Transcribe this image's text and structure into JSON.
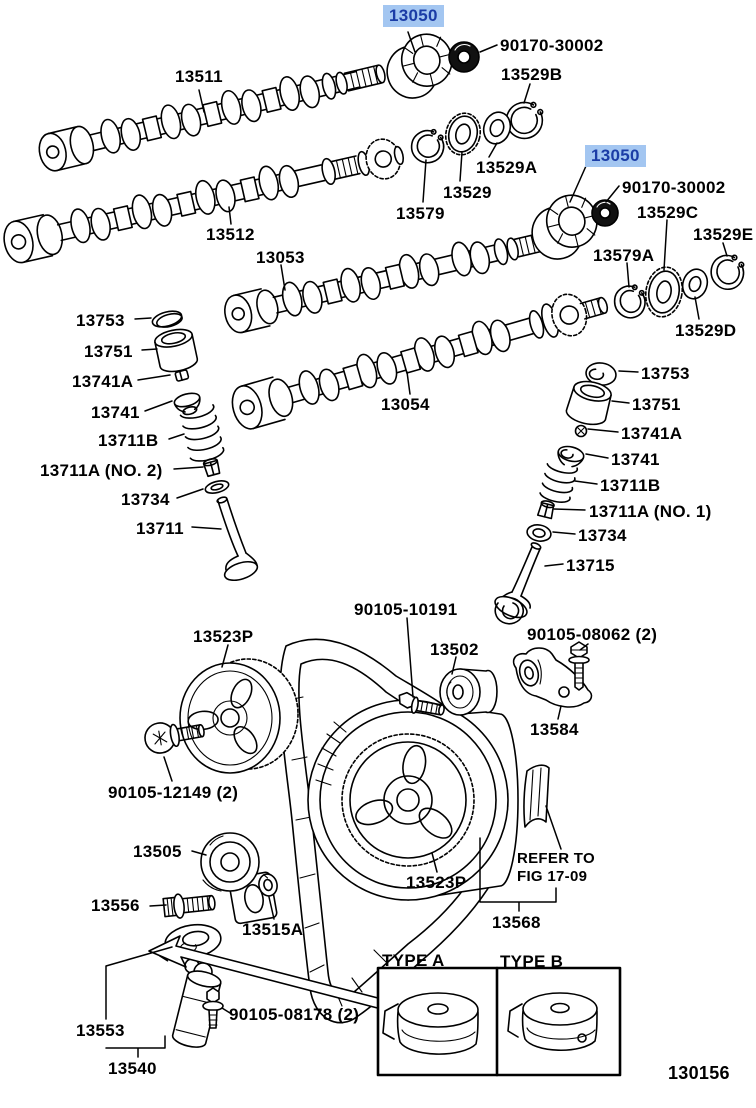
{
  "diagram": {
    "figure_number": "130156",
    "colors": {
      "line": "#000000",
      "background": "#FFFFFF",
      "highlight_bg": "#A3C6F1",
      "highlight_text": "#1B3CA6"
    }
  },
  "refer_note": {
    "line1": "REFER TO",
    "line2": "FIG 17-09"
  },
  "type_box": {
    "type_a_label": "TYPE A",
    "type_b_label": "TYPE B"
  },
  "labels": [
    {
      "text": "13511",
      "highlighted": false
    },
    {
      "text": "13512",
      "highlighted": false
    },
    {
      "text": "13053",
      "highlighted": false
    },
    {
      "text": "13054",
      "highlighted": false
    },
    {
      "text": "13050",
      "highlighted": true
    },
    {
      "text": "90170-30002",
      "highlighted": false
    },
    {
      "text": "13529B",
      "highlighted": false
    },
    {
      "text": "13529A",
      "highlighted": false
    },
    {
      "text": "13529",
      "highlighted": false
    },
    {
      "text": "13579",
      "highlighted": false
    },
    {
      "text": "13050",
      "highlighted": true
    },
    {
      "text": "90170-30002",
      "highlighted": false
    },
    {
      "text": "13529C",
      "highlighted": false
    },
    {
      "text": "13529E",
      "highlighted": false
    },
    {
      "text": "13579A",
      "highlighted": false
    },
    {
      "text": "13529D",
      "highlighted": false
    },
    {
      "text": "13753",
      "highlighted": false
    },
    {
      "text": "13751",
      "highlighted": false
    },
    {
      "text": "13741A",
      "highlighted": false
    },
    {
      "text": "13741",
      "highlighted": false
    },
    {
      "text": "13711B",
      "highlighted": false
    },
    {
      "text": "13711A (NO. 2)",
      "highlighted": false
    },
    {
      "text": "13734",
      "highlighted": false
    },
    {
      "text": "13711",
      "highlighted": false
    },
    {
      "text": "13753",
      "highlighted": false
    },
    {
      "text": "13751",
      "highlighted": false
    },
    {
      "text": "13741A",
      "highlighted": false
    },
    {
      "text": "13741",
      "highlighted": false
    },
    {
      "text": "13711B",
      "highlighted": false
    },
    {
      "text": "13711A (NO. 1)",
      "highlighted": false
    },
    {
      "text": "13734",
      "highlighted": false
    },
    {
      "text": "13715",
      "highlighted": false
    },
    {
      "text": "90105-10191",
      "highlighted": false
    },
    {
      "text": "13523P",
      "highlighted": false
    },
    {
      "text": "13502",
      "highlighted": false
    },
    {
      "text": "90105-08062 (2)",
      "highlighted": false
    },
    {
      "text": "13584",
      "highlighted": false
    },
    {
      "text": "90105-12149 (2)",
      "highlighted": false
    },
    {
      "text": "13505",
      "highlighted": false
    },
    {
      "text": "13556",
      "highlighted": false
    },
    {
      "text": "13515A",
      "highlighted": false
    },
    {
      "text": "13523P",
      "highlighted": false
    },
    {
      "text": "13568",
      "highlighted": false
    },
    {
      "text": "13553",
      "highlighted": false
    },
    {
      "text": "90105-08178 (2)",
      "highlighted": false
    },
    {
      "text": "13540",
      "highlighted": false
    }
  ]
}
